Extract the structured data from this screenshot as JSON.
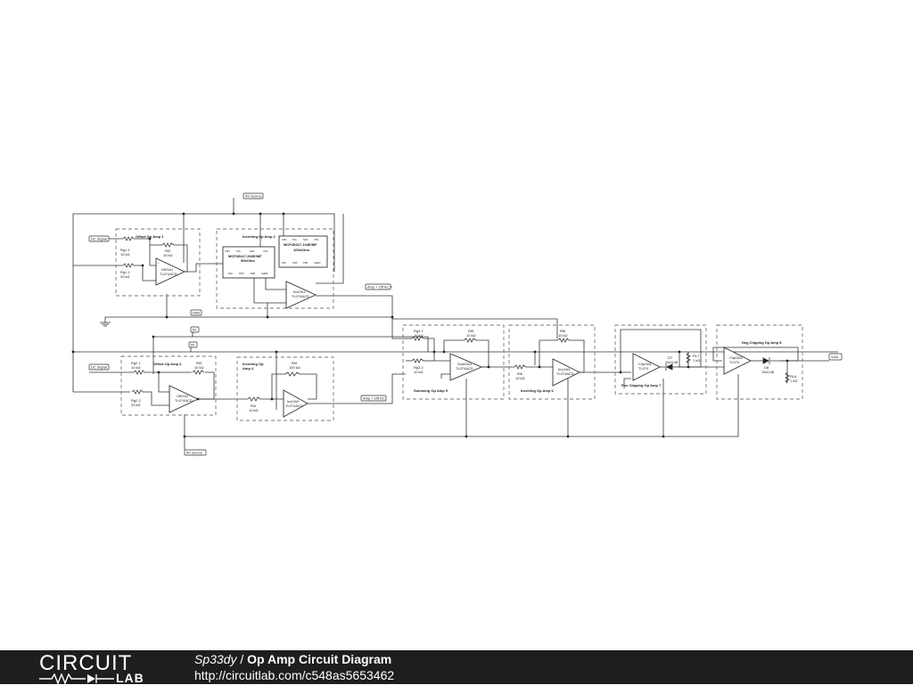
{
  "footer": {
    "brand_top": "CIRCUIT",
    "brand_bottom": "LAB",
    "author": "Sp33dy",
    "separator": " / ",
    "title": "Op Amp Circuit Diagram",
    "url": "http://circuitlab.com/c548as5653462"
  },
  "tags": {
    "src_5v_top": "5V Source",
    "dc_signal_top": "DC Signal",
    "dc_signal_bottom": "DC Signal",
    "gnd": "GND",
    "v5_a": "5V",
    "v5_b": "5V",
    "amp_ac": "Amp + Off AC",
    "amp_dc": "Amp + Off DC",
    "src_5v_bottom": "5V source",
    "vout": "Vout"
  },
  "blocks": {
    "offset1": "Offset Op Amp 1",
    "inverting2": "Inverting Op Amp 2",
    "offset3": "Offset Op Amp 3",
    "inverting4_a": "Inverting Op",
    "inverting4_b": "Amp 4",
    "summing5": "Summing Op Amp 5",
    "inverting6": "Inverting Op Amp 6",
    "posclip7": "Pos Clipping Op Amp 7",
    "negclip8": "Neg Clipping Op Amp 8"
  },
  "amps": {
    "off1": [
      "OffOA1",
      "TL074ACD"
    ],
    "inv1": [
      "InvOA1",
      "TL074ACD"
    ],
    "off2": [
      "OffOA2",
      "TL074ACD"
    ],
    "inv2": [
      "InvOA2",
      "TL074ACD"
    ],
    "sum": [
      "SumOA1",
      "TL074ACD"
    ],
    "inv3": [
      "InvOA3",
      "TL074ACD"
    ],
    "clip1": [
      "ClipOA1",
      "TL074"
    ],
    "clip2": [
      "ClipOA2",
      "TL074"
    ]
  },
  "chips": {
    "pot1": [
      "MCP45417-503E/MF",
      "50kOhm"
    ],
    "pot2": [
      "MCP45417-104E/MF",
      "100kOhm"
    ],
    "pot1_pins": [
      "VDD",
      "SCL",
      "SDA",
      "VSS",
      "P0A",
      "P0W",
      "P0B",
      "SHDN"
    ],
    "pot2_pins": [
      "VDD",
      "SCL",
      "SDA",
      "VSS",
      "P0A",
      "P0W",
      "P0B",
      "SHDN"
    ]
  },
  "resistors": {
    "rg1_1": [
      "Rg1 1",
      "10 kΩ"
    ],
    "rg1_2": [
      "Rg1 2",
      "20 kΩ"
    ],
    "rf2": [
      "Rf2",
      "10 kΩ"
    ],
    "rg2_1": [
      "Rg2 1",
      "10 kΩ"
    ],
    "rg2_2": [
      "Rg2 2",
      "20 kΩ"
    ],
    "rf3": [
      "Rf3",
      "10 kΩ"
    ],
    "rf4": [
      "Rf4",
      "100 kΩ"
    ],
    "ri4": [
      "Ri4",
      "10 kΩ"
    ],
    "rg3_1": [
      "Rg3 1",
      "10 kΩ"
    ],
    "rg3_2": [
      "Rg3 2",
      "10 kΩ"
    ],
    "rf5": [
      "Rf5",
      "10 kΩ"
    ],
    "rf6": [
      "Rf6",
      "10 kΩ"
    ],
    "ri6": [
      "Ri6",
      "10 kΩ"
    ],
    "rl7": [
      "RL7",
      "1 kΩ"
    ],
    "rl8": [
      "RL8",
      "1 kΩ"
    ]
  },
  "diodes": {
    "d7": [
      "D7",
      "1N4148"
    ],
    "d8": [
      "D8",
      "1N4148"
    ]
  }
}
